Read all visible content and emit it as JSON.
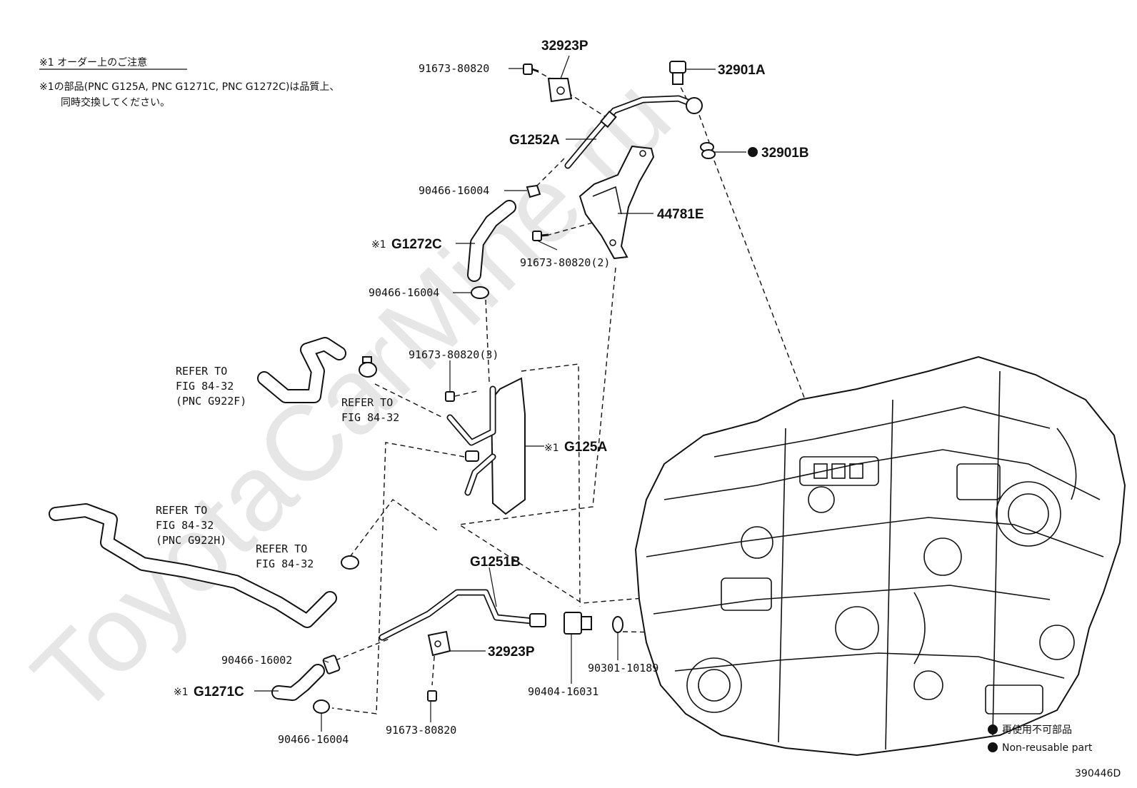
{
  "watermark": "ToyotaCarMine.ru",
  "notes": {
    "heading": "※1 オーダー上のご注意",
    "line1": "※1の部品(PNC G125A, PNC G1271C, PNC G1272C)は品質上、",
    "line2": "同時交換してください。"
  },
  "parts": {
    "p32923P_top": "32923P",
    "p91673_80820_a": "91673-80820",
    "p32901A": "32901A",
    "p32901B": "32901B",
    "pG1252A": "G1252A",
    "p90466_16004_a": "90466-16004",
    "p44781E": "44781E",
    "pG1272C_prefix": "※1",
    "pG1272C": "G1272C",
    "p91673_80820_2": "91673-80820(2)",
    "p90466_16004_b": "90466-16004",
    "p91673_80820_3": "91673-80820(3)",
    "pG125A_prefix": "※1",
    "pG125A": "G125A",
    "pG1251B": "G1251B",
    "p32923P_bottom": "32923P",
    "p90466_16002": "90466-16002",
    "pG1271C_prefix": "※1",
    "pG1271C": "G1271C",
    "p90466_16004_c": "90466-16004",
    "p91673_80820_b": "91673-80820",
    "p90404_16031": "90404-16031",
    "p90301_10189": "90301-10189"
  },
  "refs": {
    "r1": {
      "l1": "REFER TO",
      "l2": "FIG 84-32",
      "l3": "(PNC G922F)"
    },
    "r2": {
      "l1": "REFER TO",
      "l2": "FIG 84-32"
    },
    "r3": {
      "l1": "REFER TO",
      "l2": "FIG 84-32",
      "l3": "(PNC G922H)"
    },
    "r4": {
      "l1": "REFER TO",
      "l2": "FIG 84-32"
    }
  },
  "legend": {
    "jp": "再使用不可部品",
    "en": "Non-reusable part"
  },
  "figure_id": "390446D"
}
